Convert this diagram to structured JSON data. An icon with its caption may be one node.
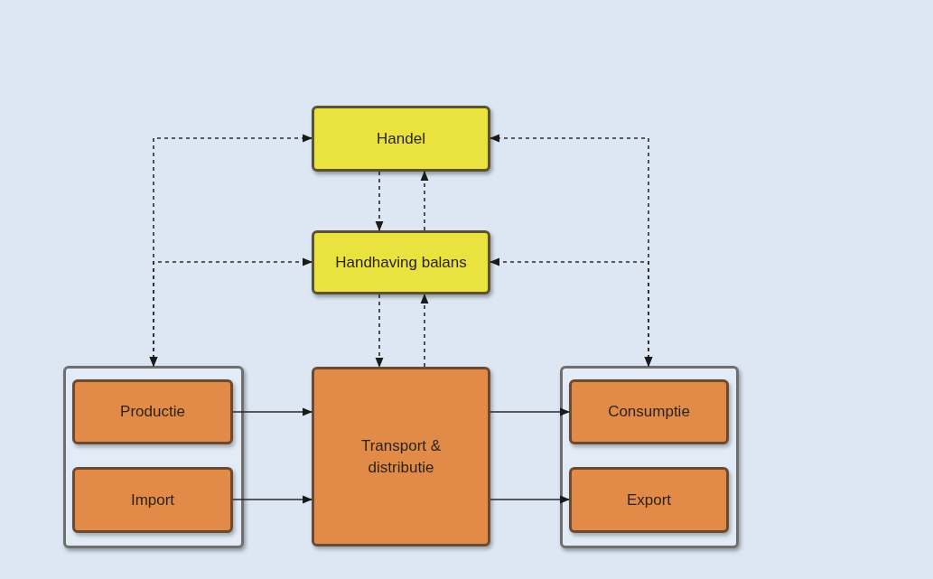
{
  "diagram": {
    "nodes": [
      {
        "text": [
          "Handel"
        ]
      },
      {
        "text": [
          "Handhaving balans"
        ]
      },
      {
        "text": [],
        "shape": "box"
      },
      {
        "text": [
          "Productie"
        ],
        "in": 2
      },
      {
        "text": [
          "Import"
        ],
        "in": 2
      },
      {
        "text": [
          "Transport & distributie"
        ]
      },
      {
        "text": [],
        "shape": "box"
      },
      {
        "text": [
          "Consumptie"
        ],
        "in": 6
      },
      {
        "text": [
          "Export"
        ],
        "in": 6
      }
    ],
    "edges": [
      {
        "from": 0,
        "to": 1,
        "arrow": "to",
        "style": "dashed"
      },
      {
        "from": 1,
        "to": 0,
        "arrow": "to",
        "style": "dashed"
      },
      {
        "from": 1,
        "to": 5,
        "arrow": "to",
        "style": "dashed"
      },
      {
        "from": 5,
        "to": 1,
        "arrow": "to",
        "style": "dashed"
      },
      {
        "from": 2,
        "to": 0,
        "arrow": "both",
        "style": "dashed"
      },
      {
        "from": 2,
        "to": 1,
        "arrow": "both",
        "style": "dashed"
      },
      {
        "from": 6,
        "to": 0,
        "arrow": "both",
        "style": "dashed"
      },
      {
        "from": 6,
        "to": 1,
        "arrow": "both",
        "style": "dashed"
      },
      {
        "from": 3,
        "to": 5,
        "arrow": "to"
      },
      {
        "from": 4,
        "to": 5,
        "arrow": "to"
      },
      {
        "from": 5,
        "to": 7,
        "arrow": "to"
      },
      {
        "from": 5,
        "to": 8,
        "arrow": "to"
      }
    ]
  }
}
